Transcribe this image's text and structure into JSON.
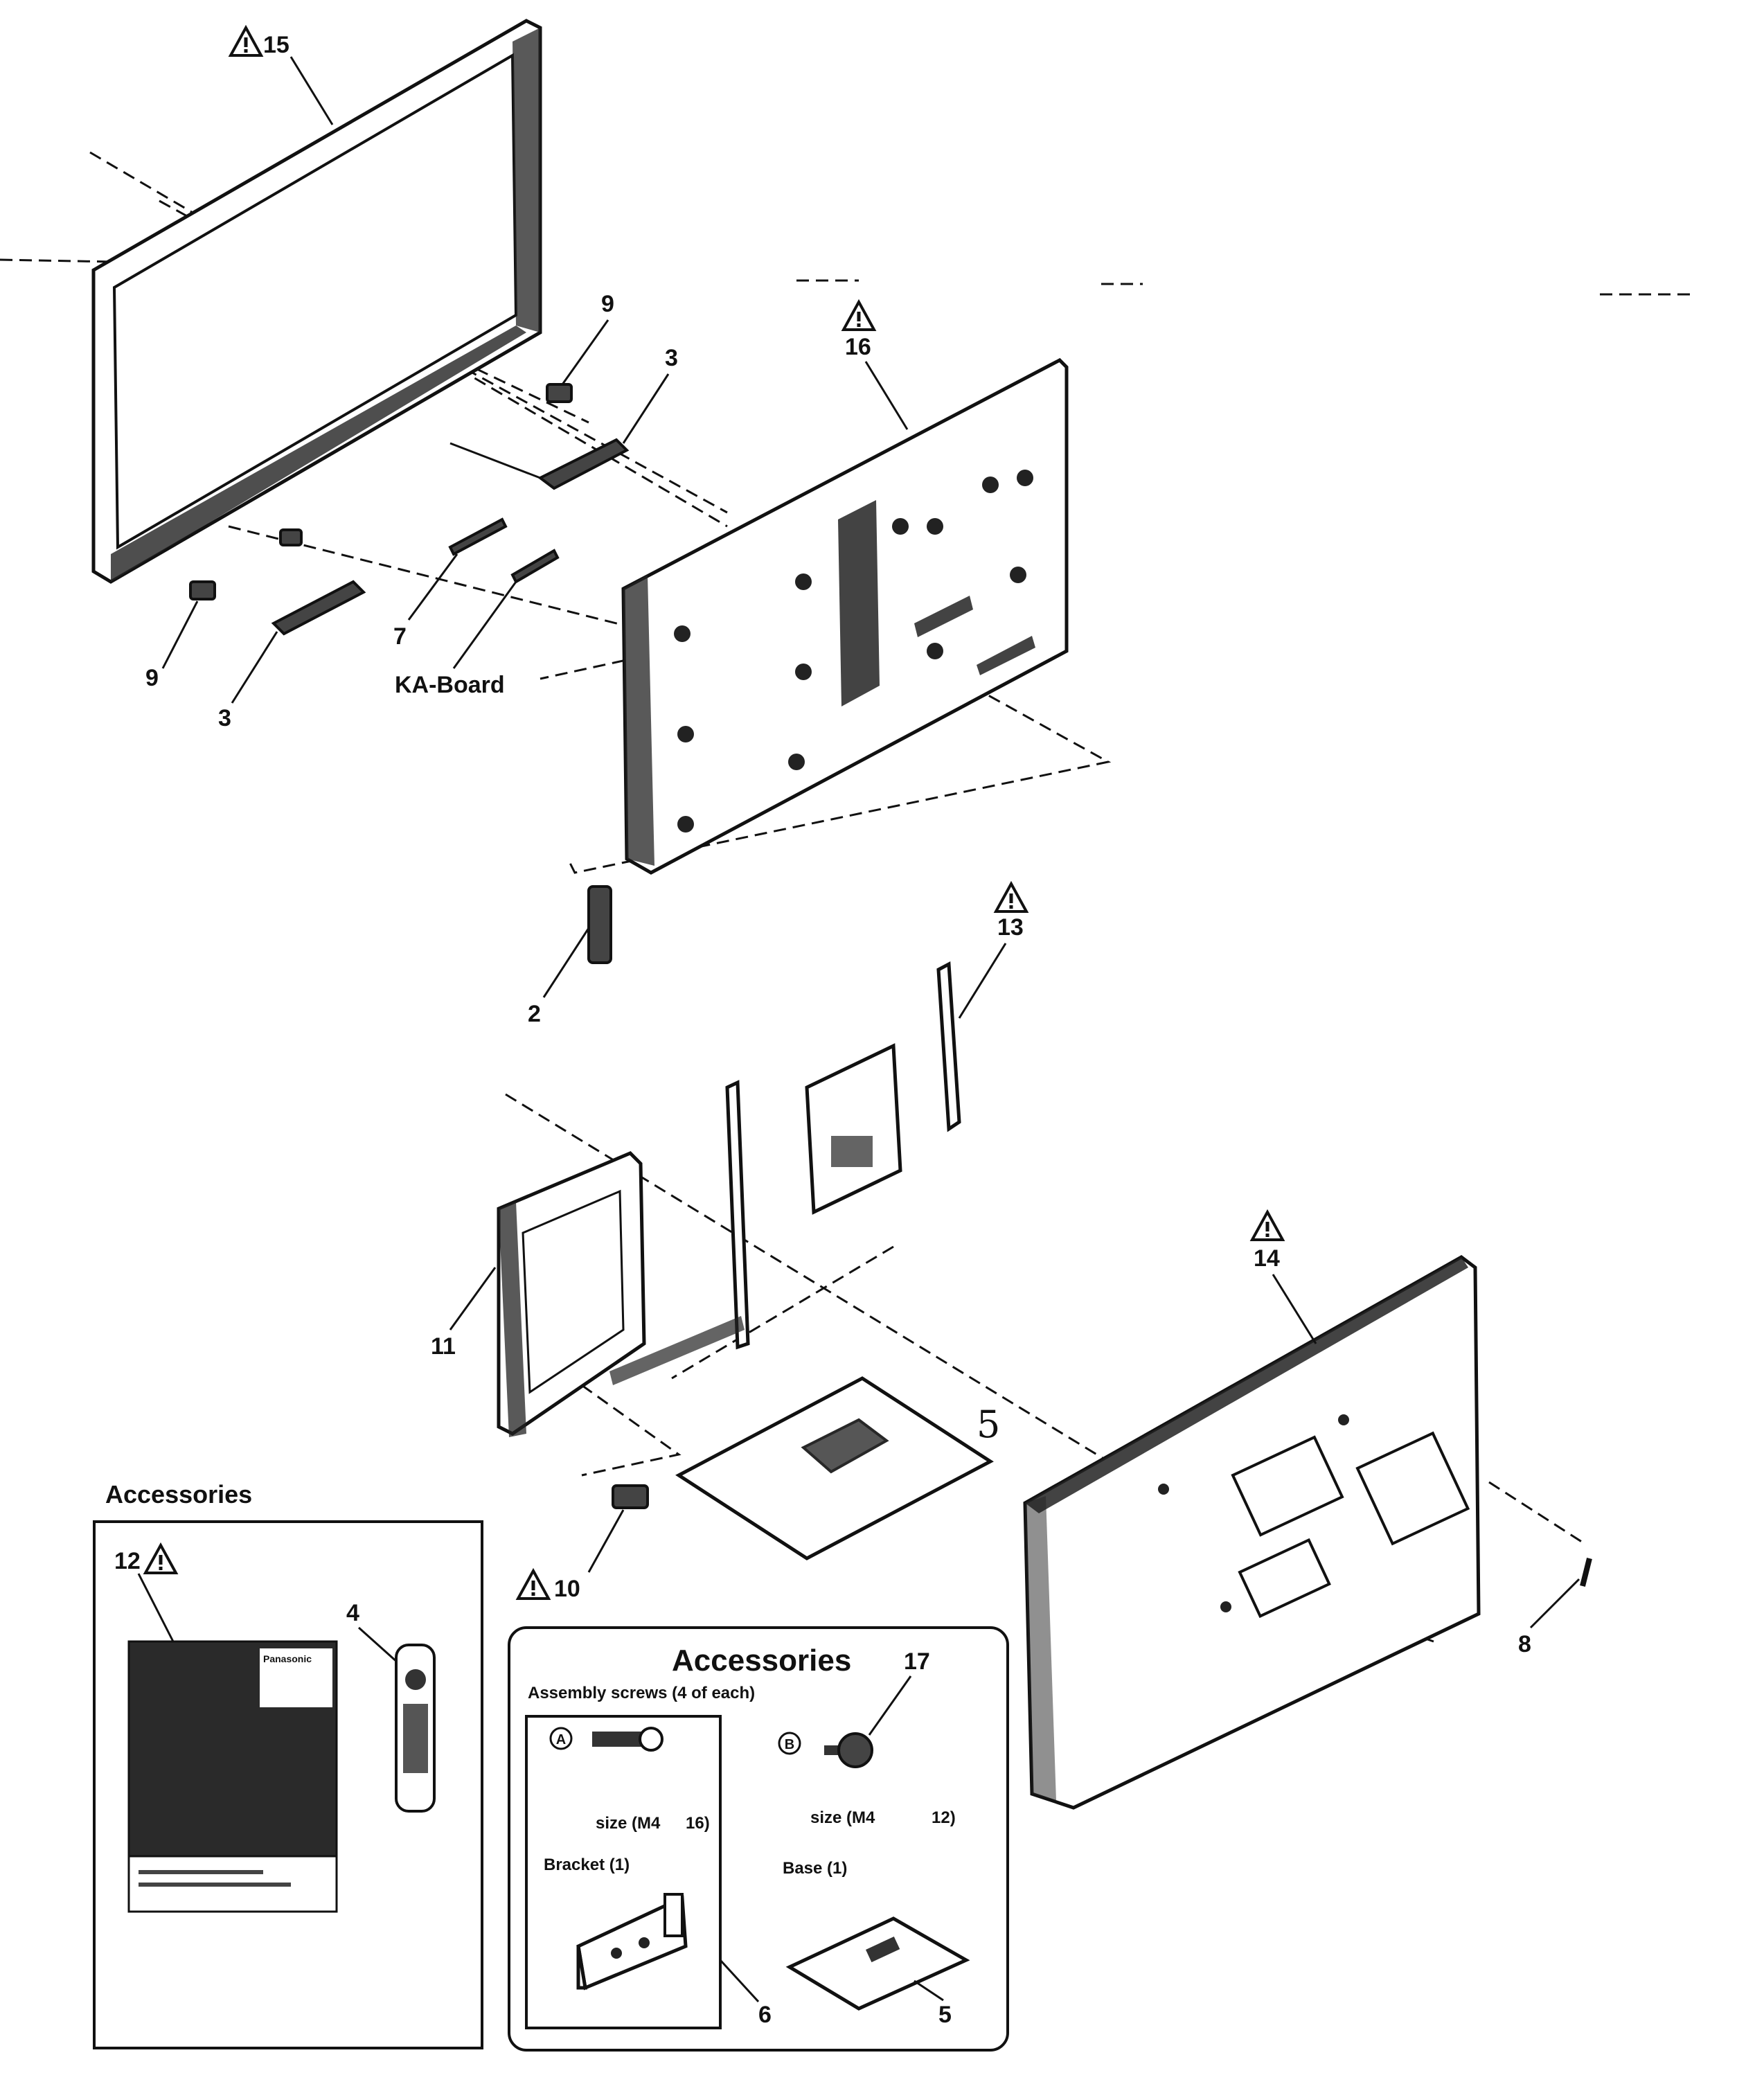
{
  "diagram": {
    "callouts": {
      "bezel": "15",
      "panel": "16",
      "speaker_left": "3",
      "speaker_right": "3",
      "clip_left": "9",
      "clip_right": "9",
      "bar_7": "7",
      "ka_board": "KA-Board",
      "part_2": "2",
      "part_13": "13",
      "part_11": "11",
      "part_5_handwritten": "5",
      "rear_cover": "14",
      "screw_8": "8",
      "part_10": "10"
    },
    "accessories_left": {
      "heading": "Accessories",
      "manual_callout": "12",
      "remote_callout": "4",
      "manual_brand": "Panasonic"
    },
    "accessories_right": {
      "heading": "Accessories",
      "subheading": "Assembly screws (4 of each)",
      "screw_a_marker": "A",
      "screw_b_marker": "B",
      "screw_b_callout": "17",
      "size_a": "size (M4",
      "size_a_len": "16)",
      "size_b": "size (M4",
      "size_b_len": "12)",
      "bracket_label": "Bracket (1)",
      "bracket_callout": "6",
      "base_label": "Base (1)",
      "base_callout": "5"
    },
    "warning_icon": "warning-triangle"
  }
}
